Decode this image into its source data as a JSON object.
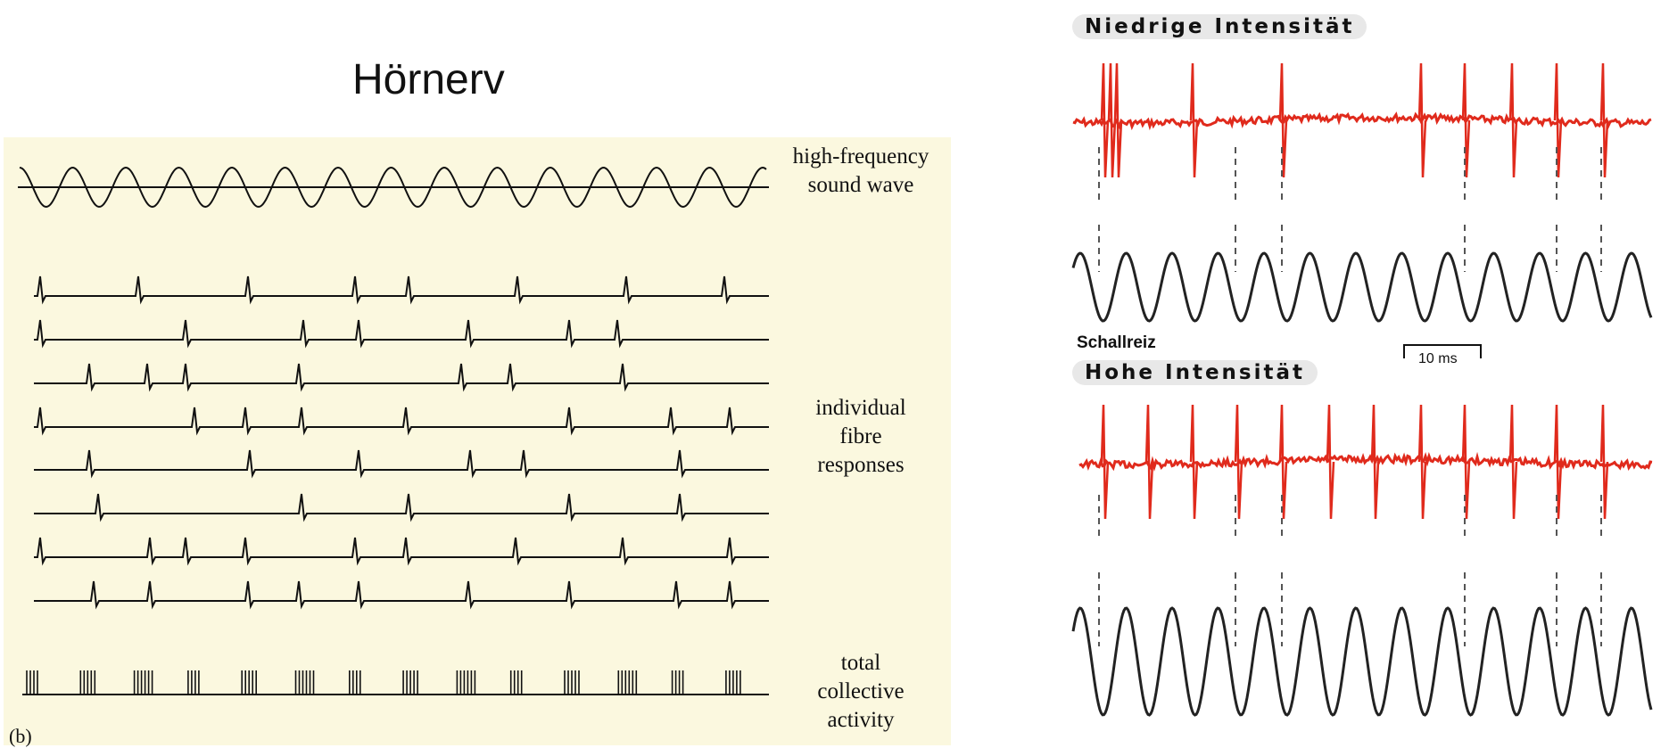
{
  "title": "Hörnerv",
  "left_panel": {
    "wave_label": [
      "high-frequency",
      "sound wave"
    ],
    "fibre_label": [
      "individual",
      "fibre",
      "responses"
    ],
    "collective_label": [
      "total",
      "collective",
      "activity"
    ],
    "panel_tag": "(b)"
  },
  "right_panel": {
    "low_title": "Niedrige Intensität",
    "high_title": "Hohe Intensität",
    "stimulus_label": "Schallreiz",
    "scale_label": "10 ms",
    "trace_color": "#e02a1c"
  }
}
